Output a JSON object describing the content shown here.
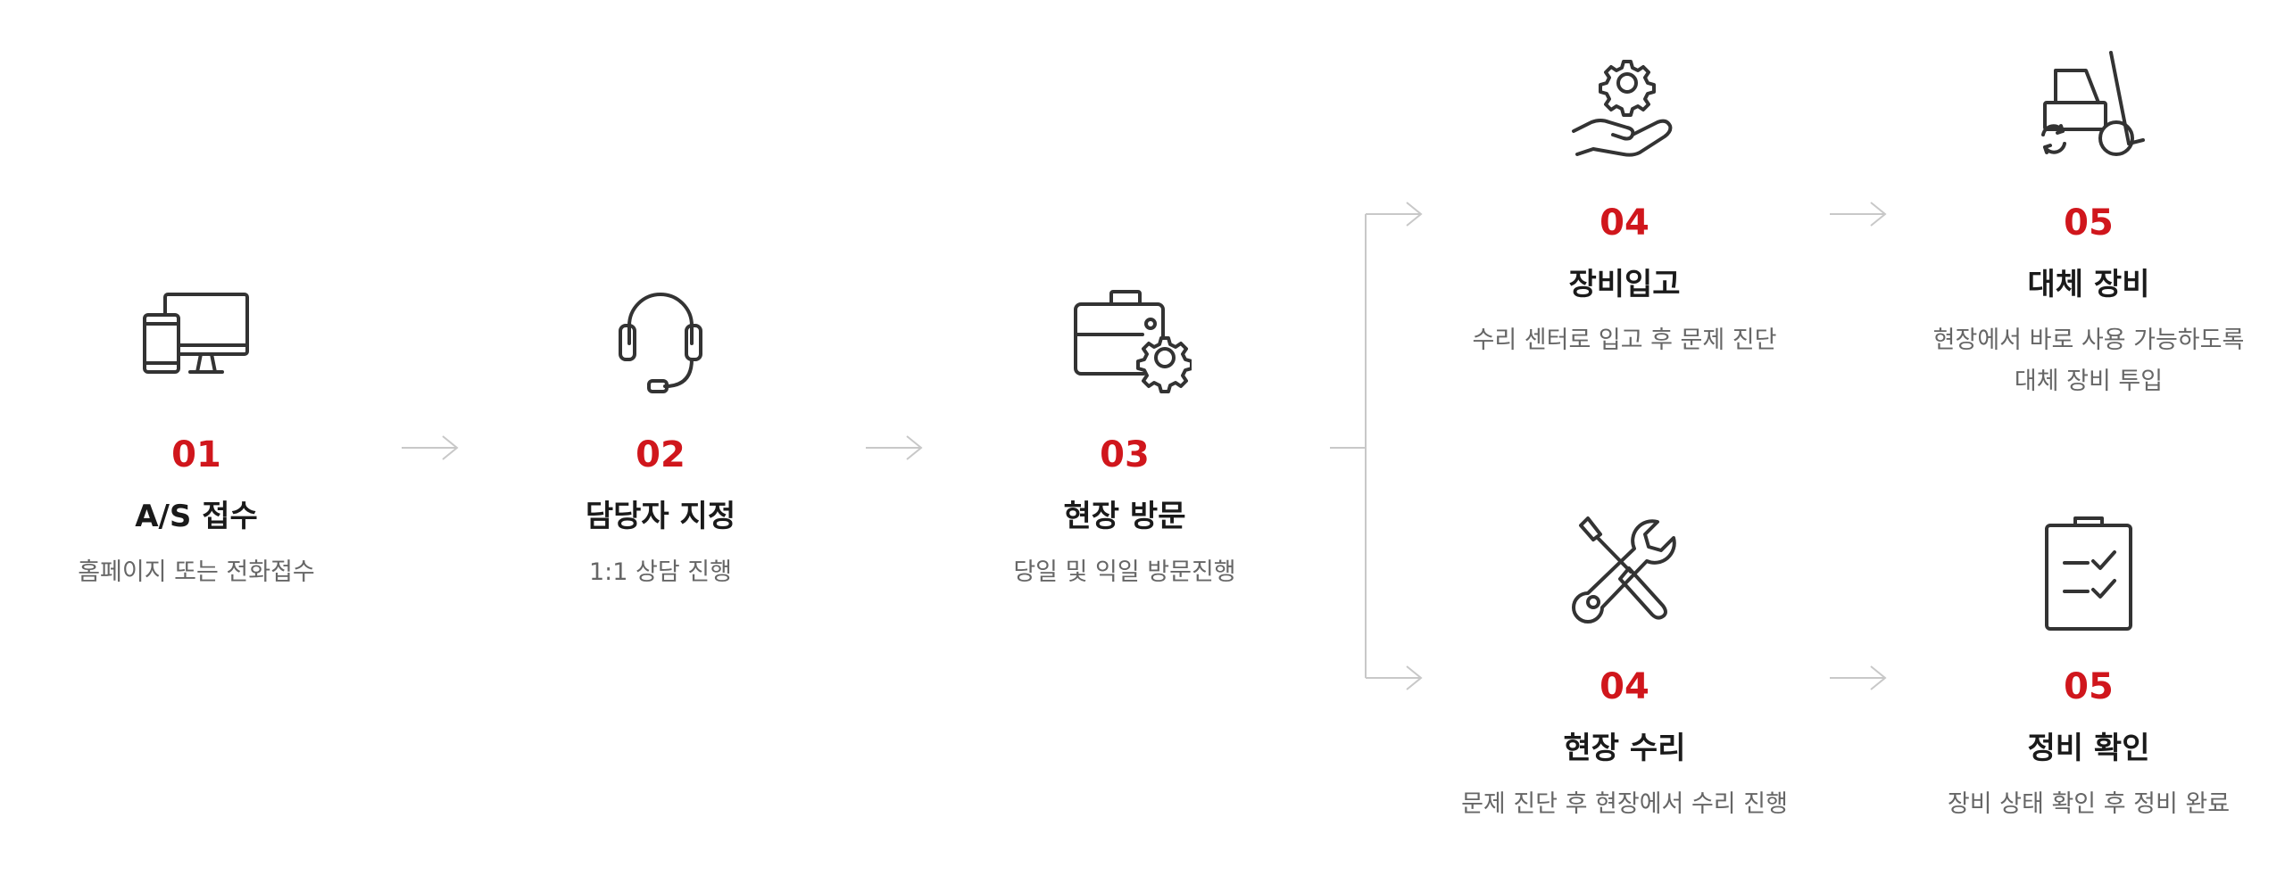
{
  "steps": [
    {
      "num": "01",
      "title": "A/S 접수",
      "desc": "홈페이지 또는 전화접수",
      "icon": "monitor-phone-icon"
    },
    {
      "num": "02",
      "title": "담당자 지정",
      "desc": "1:1 상담 진행",
      "icon": "headset-icon"
    },
    {
      "num": "03",
      "title": "현장 방문",
      "desc": "당일 및 익일 방문진행",
      "icon": "toolbox-gear-icon"
    },
    {
      "num": "04",
      "title": "장비입고",
      "desc": "수리 센터로 입고 후 문제 진단",
      "icon": "hand-gear-icon"
    },
    {
      "num": "05",
      "title": "대체 장비",
      "desc": "현장에서 바로 사용 가능하도록\n대체 장비 투입",
      "icon": "forklift-icon"
    },
    {
      "num": "04",
      "title": "현장 수리",
      "desc": "문제 진단 후 현장에서 수리 진행",
      "icon": "wrench-screwdriver-icon"
    },
    {
      "num": "05",
      "title": "정비 확인",
      "desc": "장비 상태 확인 후 정비 완료",
      "icon": "clipboard-check-icon"
    }
  ],
  "colors": {
    "accent": "#d0161c",
    "title": "#1a1a1a",
    "desc": "#666666",
    "icon": "#333333",
    "arrow": "#c8c8c8"
  }
}
